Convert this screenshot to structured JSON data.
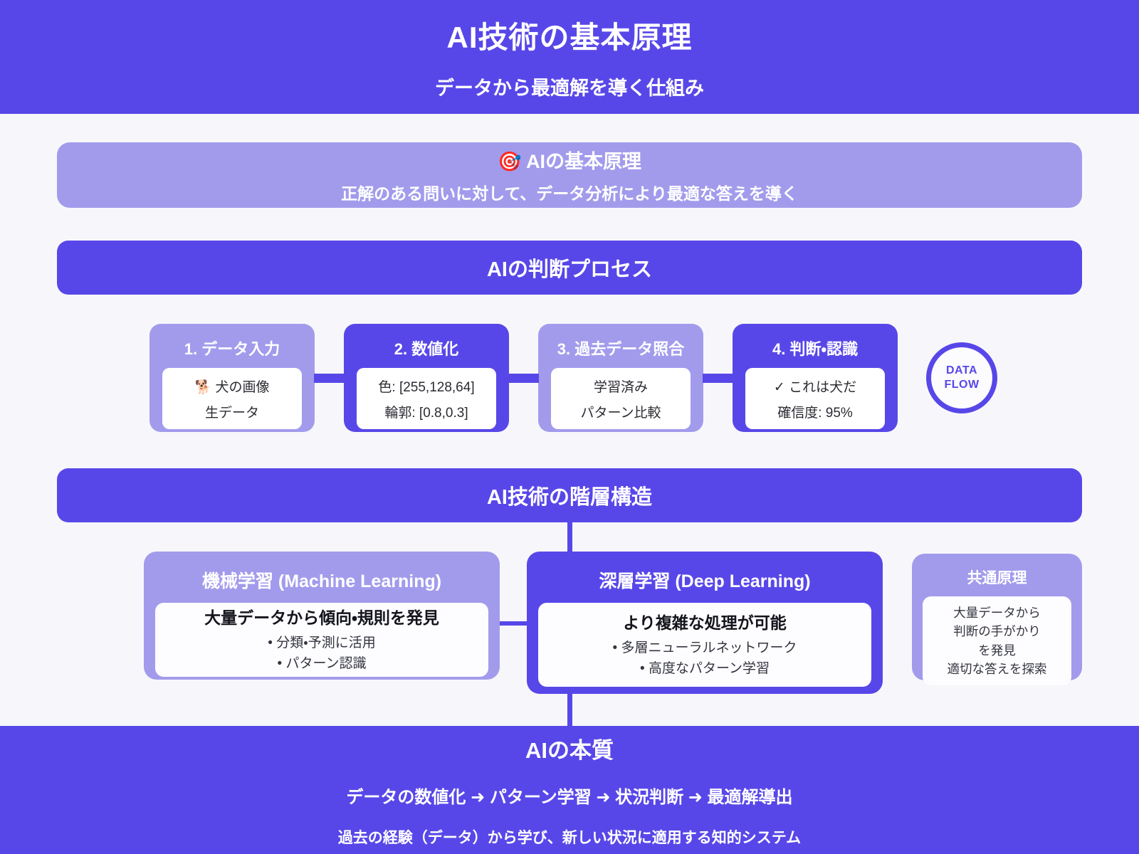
{
  "colors": {
    "primary": "#5847e8",
    "light_purple": "#a29bec",
    "page_bg": "#f7f7fb",
    "card_bg": "#ffffff"
  },
  "header": {
    "title": "AI技術の基本原理",
    "subtitle": "データから最適解を導く仕組み"
  },
  "principle_banner": {
    "icon": "🎯",
    "title": "AIの基本原理",
    "description": "正解のある問いに対して、データ分析により最適な答えを導く"
  },
  "process": {
    "section_title": "AIの判断プロセス",
    "steps": [
      {
        "title": "1. データ入力",
        "icon": "🐕",
        "line1": "犬の画像",
        "line2": "生データ"
      },
      {
        "title": "2. 数値化",
        "line1": "色: [255,128,64]",
        "line2": "輪郭: [0.8,0.3]"
      },
      {
        "title": "3. 過去データ照合",
        "line1": "学習済み",
        "line2": "パターン比較"
      },
      {
        "title": "4. 判断・認識",
        "line1": "✓ これは犬だ",
        "line2": "確信度: 95%"
      }
    ],
    "flow_badge": {
      "line1": "DATA",
      "line2": "FLOW"
    }
  },
  "hierarchy": {
    "section_title": "AI技術の階層構造",
    "machine_learning": {
      "title": "機械学習 (Machine Learning)",
      "headline": "大量データから傾向・規則を発見",
      "bullets": [
        "分類・予測に活用",
        "パターン認識"
      ]
    },
    "deep_learning": {
      "title": "深層学習 (Deep Learning)",
      "headline": "より複雑な処理が可能",
      "bullets": [
        "多層ニューラルネットワーク",
        "高度なパターン学習"
      ]
    },
    "common": {
      "title": "共通原理",
      "lines": [
        "大量データから",
        "判断の手がかり",
        "を発見",
        "適切な答えを探索"
      ]
    }
  },
  "footer": {
    "title": "AIの本質",
    "flow": "データの数値化 ➜ パターン学習 ➜ 状況判断 ➜ 最適解導出",
    "description": "過去の経験（データ）から学び、新しい状況に適用する知的システム"
  }
}
